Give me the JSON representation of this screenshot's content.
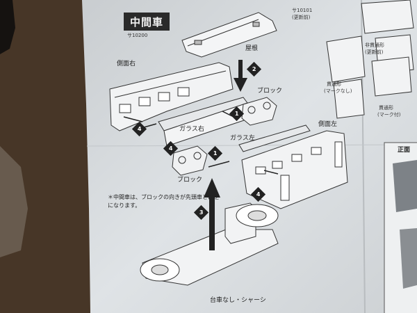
{
  "title": "中間車",
  "model_number": "サ10200",
  "labels": {
    "roof": "屋根",
    "side_right": "側面右",
    "side_left": "側面左",
    "block_top": "ブロック",
    "block_bottom": "ブロック",
    "glass_right": "ガラス右",
    "glass_left": "ガラス左",
    "chassis": "台車なし・シャーシ",
    "model_top_right": "サ10101",
    "model_top_right_sub": "(更新前)",
    "non_through": "非貫通形",
    "non_through_sub": "(更新前)",
    "through_nomark": "貫通形",
    "through_nomark_sub": "(マークなし)",
    "through_mark": "貫通形",
    "through_mark_sub": "(マーク付)",
    "front_view": "正面"
  },
  "note": "＊中間車は、ブロックの向きが先頭車とは逆になります。",
  "steps": [
    "1",
    "1",
    "2",
    "3",
    "4",
    "4",
    "4"
  ],
  "colors": {
    "paper": "#d9dde0",
    "background": "#4a3a2a",
    "ink": "#2a2a2a"
  }
}
